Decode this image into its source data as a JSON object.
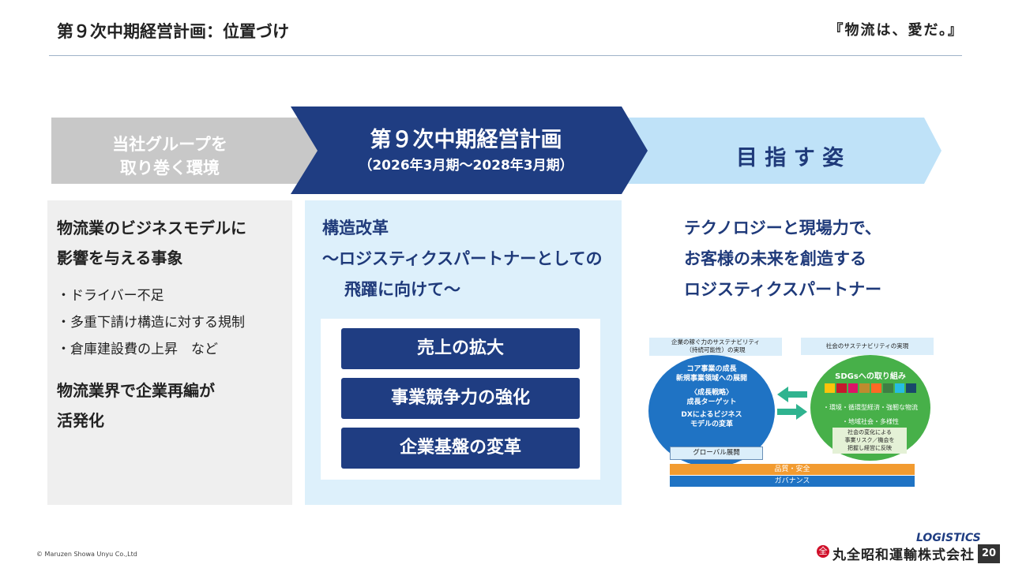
{
  "header": {
    "title": "第９次中期経営計画：位置づけ",
    "tagline": "『物流は、愛だ。』"
  },
  "arrows": {
    "left": {
      "line1": "当社グループを",
      "line2": "取り巻く環境"
    },
    "center": {
      "line1": "第９次中期経営計画",
      "line2": "（2026年3月期～2028年3月期）"
    },
    "right": {
      "label": "目 指 す 姿"
    }
  },
  "left": {
    "heading1_line1": "物流業のビジネスモデルに",
    "heading1_line2": "影響を与える事象",
    "bullets": [
      "・ドライバー不足",
      "・多重下請け構造に対する規制",
      "・倉庫建設費の上昇　など"
    ],
    "heading2_line1": "物流業界で企業再編が",
    "heading2_line2": "活発化"
  },
  "middle": {
    "line1": "構造改革",
    "line2": "～ロジスティクスパートナーとしての",
    "line3": "飛躍に向けて～",
    "pills": [
      "売上の拡大",
      "事業競争力の強化",
      "企業基盤の変革"
    ]
  },
  "right": {
    "line1": "テクノロジーと現場力で、",
    "line2": "お客様の未来を創造する",
    "line3": "ロジスティクスパートナー"
  },
  "diagram": {
    "left_header_1": "企業の稼ぐ力のサステナビリティ",
    "left_header_2": "（持続可能性）の実現",
    "right_header": "社会のサステナビリティの実現",
    "blue_l1": "コア事業の成長",
    "blue_l2": "新規事業領域への展開",
    "blue_l3": "〈成長戦略〉",
    "blue_l4": "成長ターゲット",
    "blue_l5": "DXによるビジネス",
    "blue_l6": "モデルの変革",
    "global": "グローバル展開",
    "green_title": "SDGsへの取り組み",
    "green_l1": "・環境・循環型経済・強靭な物流",
    "green_l2": "・地域社会・多様性",
    "green_box_1": "社会の変化による",
    "green_box_2": "事業リスク／機会を",
    "green_box_3": "把握し経営に反映",
    "bar_quality": "品質・安全",
    "bar_gov": "ガバナンス"
  },
  "footer": {
    "copyright": "© Maruzen Showa Unyu Co.,Ltd",
    "company": "丸全昭和運輸株式会社",
    "logo": "LOGISTICS",
    "page": "20"
  },
  "colors": {
    "navy": "#1f3d82",
    "gray_arrow": "#c8c8c8",
    "light_blue_arrow": "#bfe2f8",
    "green": "#47b049",
    "blue_circle": "#1f73c4",
    "orange_bar": "#f29b30"
  }
}
